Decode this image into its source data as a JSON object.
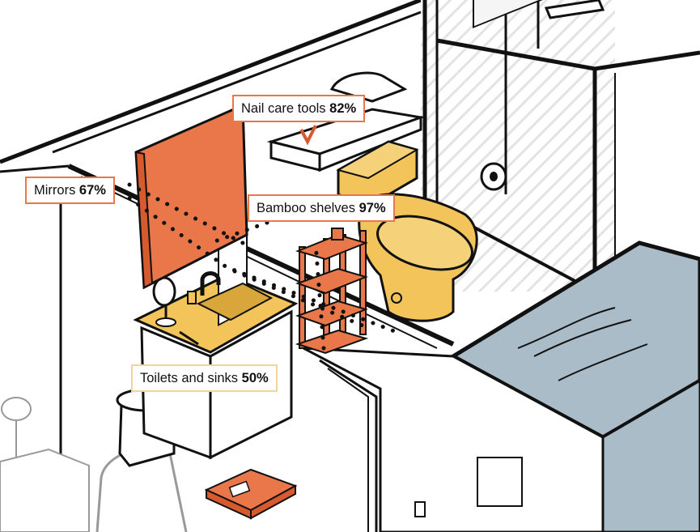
{
  "labels": {
    "nail_care": {
      "name": "Nail care tools",
      "pct": "82%"
    },
    "mirrors": {
      "name": "Mirrors",
      "pct": "67%"
    },
    "bamboo": {
      "name": "Bamboo shelves",
      "pct": "97%"
    },
    "toilets": {
      "name": "Toilets and sinks",
      "pct": "50%"
    }
  },
  "colors": {
    "orange": "#e9774a",
    "orange_dark": "#d65a2e",
    "yellow": "#f2c45a",
    "yellow_border": "#f2d59a",
    "blue_gray": "#a9bcc7",
    "line": "#111111"
  }
}
